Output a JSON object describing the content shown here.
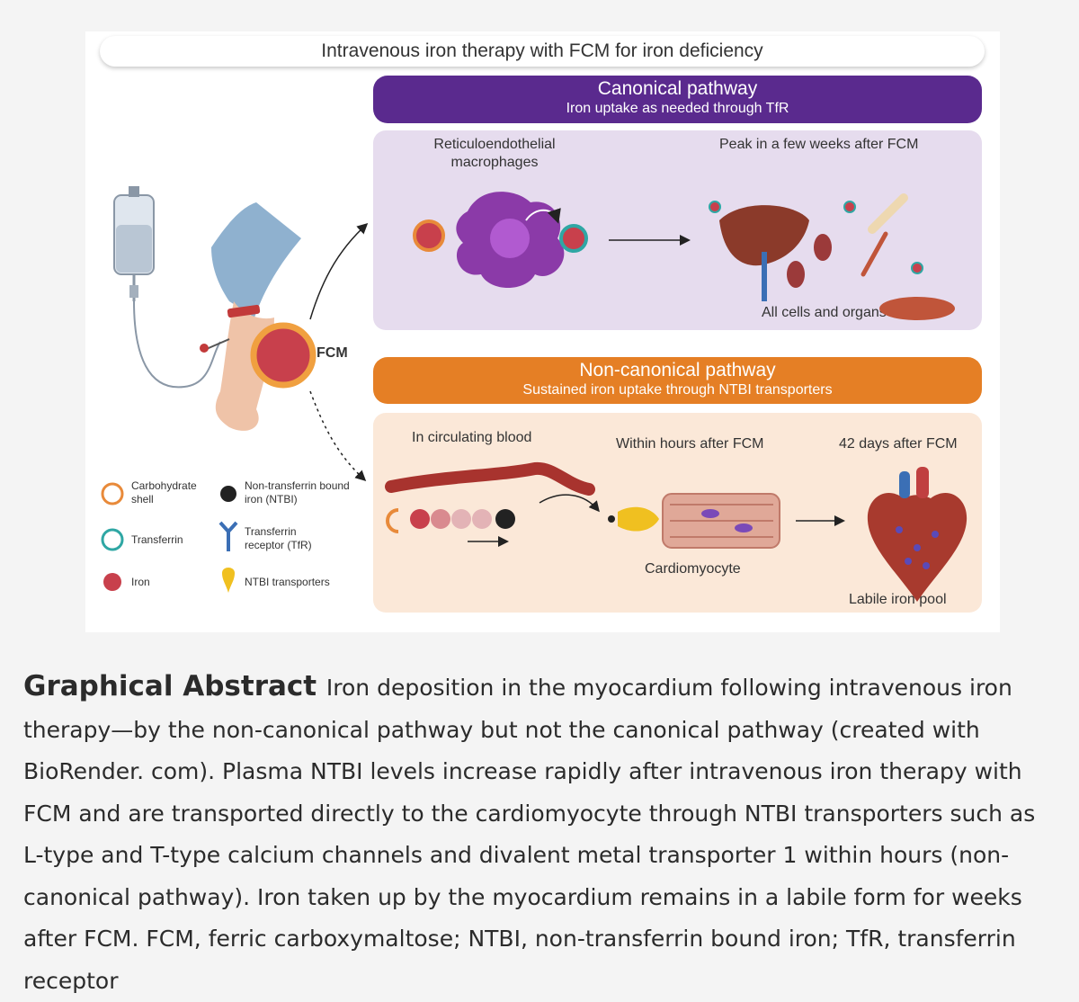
{
  "figure": {
    "title": "Intravenous iron therapy with FCM for iron deficiency",
    "canonical": {
      "heading": "Canonical pathway",
      "subheading": "Iron uptake as needed through TfR",
      "macrophage_label": "Reticuloendothelial macrophages",
      "peak_label": "Peak in a few weeks after FCM",
      "organs_label": "All cells and organs"
    },
    "noncanonical": {
      "heading": "Non-canonical pathway",
      "subheading": "Sustained iron uptake through NTBI transporters",
      "blood_label": "In circulating blood",
      "hours_label": "Within hours after FCM",
      "days_label": "42 days after FCM",
      "cardiomyocyte_label": "Cardiomyocyte",
      "labile_label": "Labile iron pool"
    },
    "fcm_label": "FCM",
    "legend": {
      "carbohydrate": "Carbohydrate shell",
      "transferrin": "Transferrin",
      "iron": "Iron",
      "ntbi": "Non-transferrin bound iron (NTBI)",
      "tfr": "Transferrin receptor (TfR)",
      "ntbi_transporters": "NTBI transporters"
    },
    "colors": {
      "canonical_purple": "#5a2a8e",
      "noncanonical_orange": "#e57f25",
      "iron_red": "#c8404c",
      "transferrin_teal": "#2fa7a4"
    }
  },
  "caption": {
    "title": "Graphical Abstract",
    "text": "Iron deposition in the myocardium following intravenous iron therapy—by the non-canonical pathway but not the canonical pathway (created with BioRender. com). Plasma NTBI levels increase rapidly after intravenous iron therapy with FCM and are transported directly to the cardiomyocyte through NTBI transporters such as L-type and T-type calcium channels and divalent metal transporter 1 within hours (non-canonical pathway). Iron taken up by the myocardium remains in a labile form for weeks after FCM. FCM, ferric carboxymaltose; NTBI, non-transferrin bound iron; TfR, transferrin receptor"
  }
}
